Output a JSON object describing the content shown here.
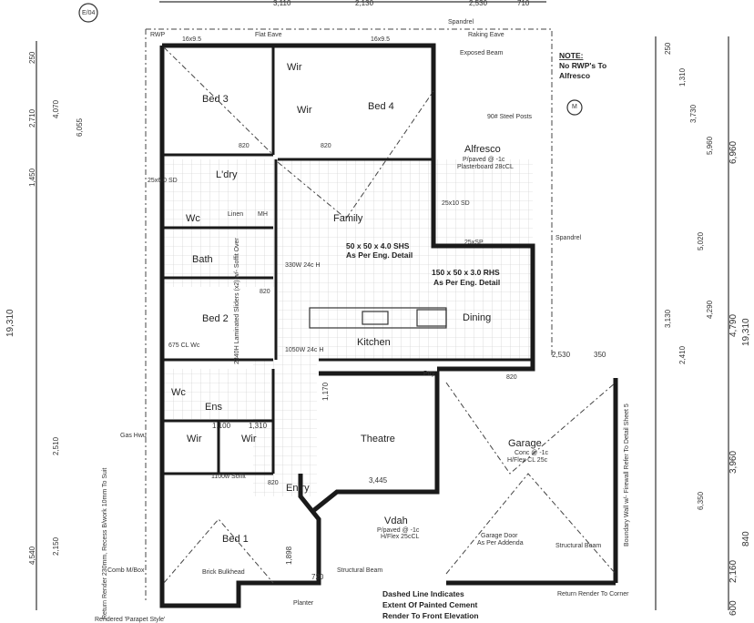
{
  "rooms": {
    "bed3": "Bed 3",
    "bed4": "Bed 4",
    "wir1": "Wir",
    "wir2": "Wir",
    "alfresco": "Alfresco",
    "alfresco_note1": "P/paved @ -1c",
    "alfresco_note2": "Plasterboard 28cCL",
    "laundry": "L'dry",
    "wc": "Wc",
    "bath": "Bath",
    "family": "Family",
    "bed2": "Bed 2",
    "dining": "Dining",
    "kitchen": "Kitchen",
    "pantry": "Ptry",
    "wc2": "Wc",
    "ens": "Ens",
    "wir3": "Wir",
    "wir4": "Wir",
    "theatre": "Theatre",
    "garage": "Garage",
    "garage_note1": "Conc @ -1c",
    "garage_note2": "H/Flex CL 25c",
    "entry": "Entry",
    "vdah": "Vdah",
    "vdah_note1": "P/paved @ -1c",
    "vdah_note2": "H/Flex 25cCL",
    "bed1": "Bed 1",
    "planter": "Planter"
  },
  "labels": {
    "flat_eave": "Flat Eave",
    "raking_eave": "Raking Eave",
    "exposed_beam": "Exposed Beam",
    "spandrel": "Spandrel",
    "spandrel2": "Spandrel",
    "window1": "16x9.5",
    "window2": "16x9.5",
    "rwp": "RWP",
    "steel_posts": "90# Steel Posts",
    "shs": "50 x 50 x 4.0 SHS",
    "shs_detail": "As Per Eng. Detail",
    "rhs": "150 x 50 x 3.0 RHS",
    "rhs_detail": "As Per Eng. Detail",
    "sp25": "25xSP",
    "sd25": "25x10 SD",
    "sd25_6": "25x6.0 SD",
    "door820a": "820",
    "door820b": "820",
    "door820c": "820",
    "door820d": "820",
    "door820e": "820",
    "linen": "Linen",
    "mh": "MH",
    "w330": "330W 24c H",
    "w1050": "1050W 24c H",
    "cl675": "675 CL Wc",
    "sliders": "2340H Laminated Sliders (x2) w/- Soffit Over",
    "gas": "Gas Hwu",
    "comb": "Comb M/Box",
    "soffit": "1100w Soffit",
    "brick_bulkhead": "Brick Bulkhead",
    "structural_beam": "Structural Beam",
    "structural_beam2": "Structural Beam",
    "garage_door": "Garage Door",
    "garage_door2": "As Per Addenda",
    "boundary_wall": "Boundary Wall w/- Firewall Refer To Detail Sheet 5",
    "return_render": "Return Render To Corner",
    "return_render_left": "Return Render 230mm, Recess B/work 10mm To Suit",
    "parapet": "Rendered 'Parapet Style'",
    "w3445": "3,445",
    "w1100": "1,100",
    "w1310": "1,310",
    "w1170": "1,170",
    "w1898": "1,898",
    "w720": "720",
    "note_title": "NOTE:",
    "note_line1": "No RWP's To",
    "note_line2": "Alfresco",
    "dashed_note1": "Dashed Line Indicates",
    "dashed_note2": "Extent Of Painted Cement",
    "dashed_note3": "Render To Front Elevation",
    "marker_e": "E/04",
    "marker_m": "M"
  },
  "dimensions": {
    "top": [
      "3,110",
      "2,130",
      "2,530",
      "710"
    ],
    "left": [
      "250",
      "2,710",
      "4,070",
      "6,055",
      "1,450",
      "19,310",
      "2,510",
      "4,540",
      "2,150"
    ],
    "right": [
      "250",
      "1,310",
      "3,730",
      "5,960",
      "6,960",
      "5,020",
      "3,130",
      "4,290",
      "4,790",
      "19,310",
      "2,410",
      "3,960",
      "6,350",
      "2,160",
      "840",
      "600"
    ],
    "garage_right": "2,530",
    "garage_right2": "350"
  }
}
